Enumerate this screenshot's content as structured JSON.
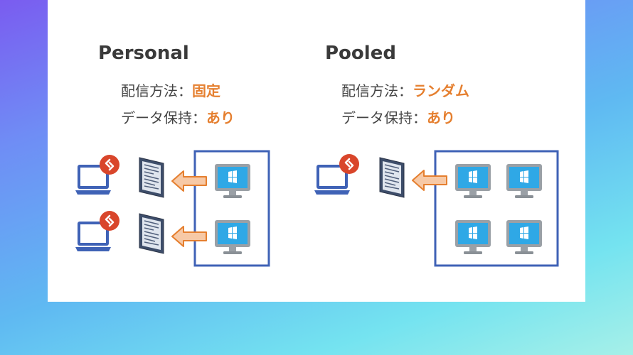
{
  "personal": {
    "heading": "Personal",
    "delivery_label": "配信方法：",
    "delivery_value": "固定",
    "data_label": "データ保持：",
    "data_value": "あり"
  },
  "pooled": {
    "heading": "Pooled",
    "delivery_label": "配信方法：",
    "delivery_value": "ランダム",
    "data_label": "データ保持：",
    "data_value": "あり"
  },
  "colors": {
    "accent_text": "#e57f2f",
    "box_border": "#3f62b6",
    "laptop": "#3f62b6",
    "remote_badge": "#d9462b",
    "arrow_fill": "#f7c9a6",
    "arrow_stroke": "#e57f2f",
    "monitor_screen": "#2fa8e6",
    "monitor_body": "#9aa0a6"
  }
}
